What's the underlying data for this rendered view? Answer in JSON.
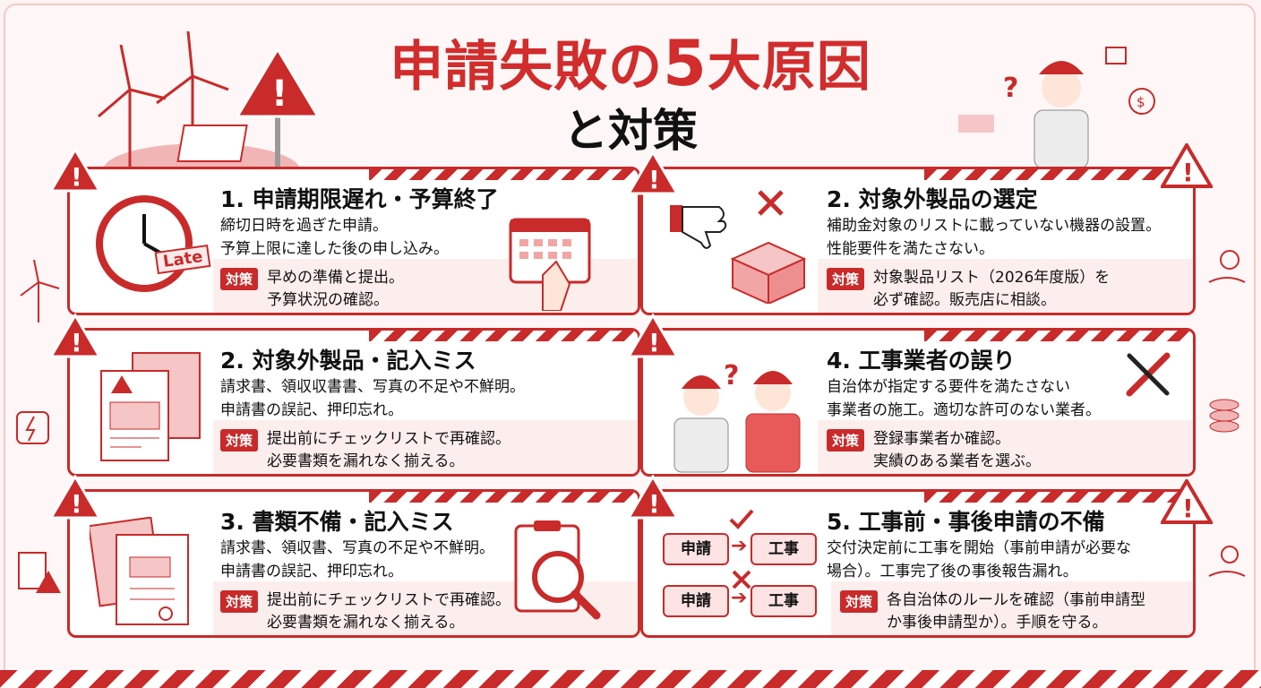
{
  "title": {
    "line1_prefix": "申請失敗の",
    "line1_number": "5",
    "line1_suffix": "大原因",
    "line2": "と対策"
  },
  "late_badge": "Late",
  "cards": [
    {
      "title": "1. 申請期限遅れ・予算終了",
      "desc1": "締切日時を過ぎた申請。",
      "desc2": "予算上限に達した後の申し込み。",
      "tag": "対策",
      "c1": "早めの準備と提出。",
      "c2": "予算状況の確認。"
    },
    {
      "title": "2. 対象外製品の選定",
      "desc1": "補助金対象のリストに載っていない機器の設置。",
      "desc2": "性能要件を満たさない。",
      "tag": "対策",
      "c1": "対象製品リスト（2026年度版）を",
      "c2": "必ず確認。販売店に相談。"
    },
    {
      "title": "2. 対象外製品・記入ミス",
      "desc1": "請求書、領収収書書、写真の不足や不鮮明。",
      "desc2": "申請書の誤記、押印忘れ。",
      "tag": "対策",
      "c1": "提出前にチェックリストで再確認。",
      "c2": "必要書類を漏れなく揃える。"
    },
    {
      "title": "4. 工事業者の誤り",
      "desc1": "自治体が指定する要件を満たさない",
      "desc2": "事業者の施工。適切な許可のない業者。",
      "tag": "対策",
      "c1": "登録事業者か確認。",
      "c2": "実績のある業者を選ぶ。"
    },
    {
      "title": "3. 書類不備・記入ミス",
      "desc1": "請求書、領収書、写真の不足や不鮮明。",
      "desc2": "申請書の誤記、押印忘れ。",
      "tag": "対策",
      "c1": "提出前にチェックリストで再確認。",
      "c2": "必要書類を漏れなく揃える。"
    },
    {
      "title": "5. 工事前・事後申請の不備",
      "desc1": "交付決定前に工事を開始（事前申請が必要な",
      "desc2": "場合）。工事完了後の事後報告漏れ。",
      "tag": "対策",
      "c1": "各自治体のルールを確認（事前申請型",
      "c2": "か事後申請型か）。手順を守る。"
    }
  ],
  "flow": {
    "a": "申請",
    "b": "工事"
  },
  "colors": {
    "accent": "#c92a2a",
    "bg": "#fff7f7"
  }
}
